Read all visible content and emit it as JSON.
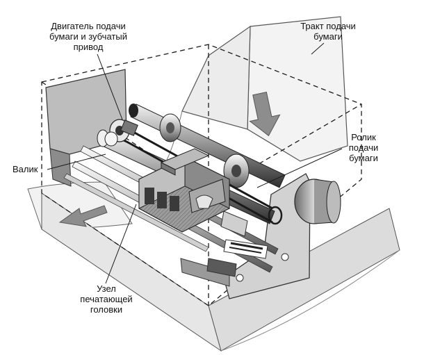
{
  "figure": {
    "labels": {
      "motor": {
        "line1": "Двигатель подачи",
        "line2": "бумаги и зубчатый",
        "line3": "привод"
      },
      "path": {
        "line1": "Тракт подачи",
        "line2": "бумаги"
      },
      "roller": {
        "line1": "Ролик",
        "line2": "подачи",
        "line3": "бумаги"
      },
      "platen": {
        "line1": "Валик"
      },
      "head": {
        "line1": "Узел",
        "line2": "печатающей",
        "line3": "головки"
      }
    }
  },
  "palette": {
    "ink": "#1a1a1a",
    "mid_gray": "#8a8a8a",
    "light_gray": "#cfcfcf",
    "dark_gray": "#4a4a4a",
    "paper": "#f4f4f4"
  }
}
